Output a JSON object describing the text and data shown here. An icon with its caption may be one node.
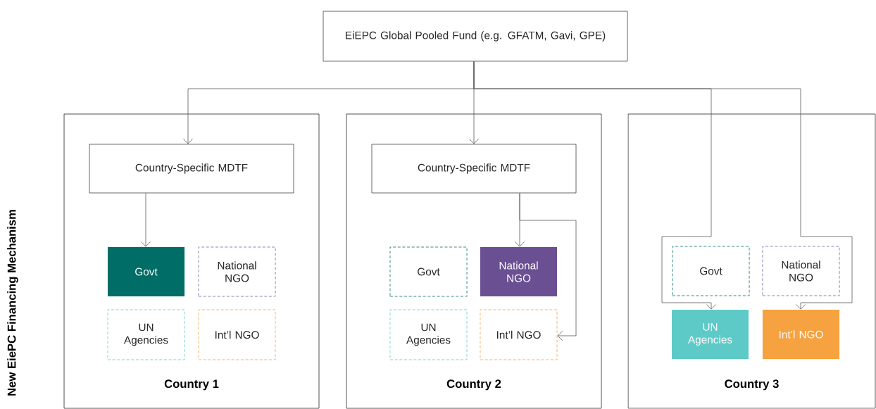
{
  "diagram": {
    "nodes": [
      {
        "text": [
          "EiEPC Global Pooled Fund (e.g. GFATM, Gavi, GPE)"
        ]
      },
      {
        "text": [
          "Country 1"
        ]
      },
      {
        "text": [
          "Country-Specific MDTF"
        ],
        "in": 1
      },
      {
        "text": [
          "Govt"
        ],
        "in": 1
      },
      {
        "text": [
          "National NGO"
        ],
        "in": 1
      },
      {
        "text": [
          "UN Agencies"
        ],
        "in": 1
      },
      {
        "text": [
          "Int’l NGO"
        ],
        "in": 1
      },
      {
        "text": [
          "Country 2"
        ]
      },
      {
        "text": [
          "Country-Specific MDTF"
        ],
        "in": 7
      },
      {
        "text": [
          "Govt"
        ],
        "in": 7
      },
      {
        "text": [
          "National NGO"
        ],
        "in": 7
      },
      {
        "text": [
          "UN Agencies"
        ],
        "in": 7
      },
      {
        "text": [
          "Int’l NGO"
        ],
        "in": 7
      },
      {
        "text": [
          "Country 3"
        ]
      },
      {
        "text": [
          "Govt"
        ],
        "in": 13
      },
      {
        "text": [
          "National NGO"
        ],
        "in": 13
      },
      {
        "text": [
          "UN Agencies"
        ],
        "in": 13
      },
      {
        "text": [
          "Int’l NGO"
        ],
        "in": 13
      }
    ],
    "edges": [
      {
        "from": 0,
        "to": 2,
        "arrow": "to"
      },
      {
        "from": 0,
        "to": 8,
        "arrow": "to"
      },
      {
        "from": 0,
        "to": 16,
        "arrow": "to"
      },
      {
        "from": 0,
        "to": 17,
        "arrow": "to"
      },
      {
        "from": 2,
        "to": 3,
        "arrow": "to"
      },
      {
        "from": 8,
        "to": 10,
        "arrow": "to"
      },
      {
        "from": 8,
        "to": 12,
        "arrow": "to"
      }
    ],
    "labels": [
      "New EiePC Financing Mechanism"
    ]
  }
}
